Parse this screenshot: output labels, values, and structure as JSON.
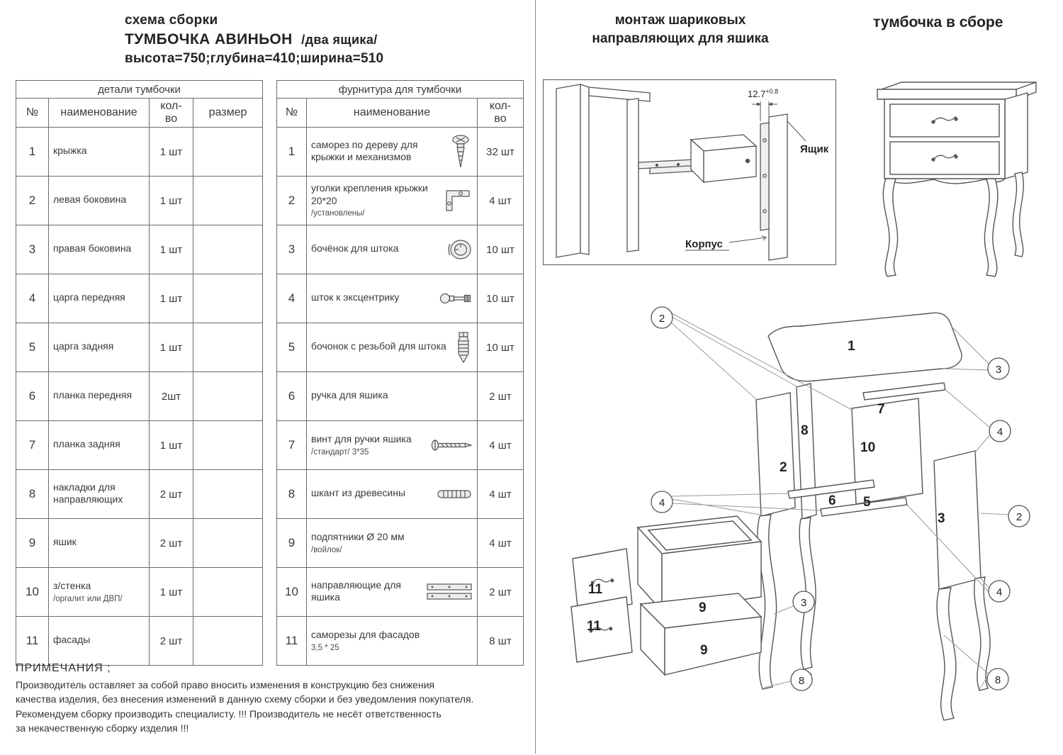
{
  "header": {
    "line1": "схема сборки",
    "product": "ТУМБОЧКА АВИНЬОН",
    "variant": "/два ящика/",
    "dimensions": "высота=750;глубина=410;ширина=510"
  },
  "parts_table": {
    "title": "детали тумбочки",
    "columns": {
      "num": "№",
      "name": "наименование",
      "qty": "кол- во",
      "size": "размер"
    },
    "rows": [
      {
        "num": "1",
        "name": "крыжка",
        "sub": "",
        "qty": "1 шт",
        "size": ""
      },
      {
        "num": "2",
        "name": "левая боковина",
        "sub": "",
        "qty": "1 шт",
        "size": ""
      },
      {
        "num": "3",
        "name": "правая боковина",
        "sub": "",
        "qty": "1 шт",
        "size": ""
      },
      {
        "num": "4",
        "name": "царга передняя",
        "sub": "",
        "qty": "1 шт",
        "size": ""
      },
      {
        "num": "5",
        "name": "царга задняя",
        "sub": "",
        "qty": "1 шт",
        "size": ""
      },
      {
        "num": "6",
        "name": "планка передняя",
        "sub": "",
        "qty": "2шт",
        "size": ""
      },
      {
        "num": "7",
        "name": "планка задняя",
        "sub": "",
        "qty": "1 шт",
        "size": ""
      },
      {
        "num": "8",
        "name": "накладки для направляющих",
        "sub": "",
        "qty": "2 шт",
        "size": ""
      },
      {
        "num": "9",
        "name": "яшик",
        "sub": "",
        "qty": "2 шт",
        "size": ""
      },
      {
        "num": "10",
        "name": "з/стенка",
        "sub": "/оргалит или ДВП/",
        "qty": "1 шт",
        "size": ""
      },
      {
        "num": "11",
        "name": "фасады",
        "sub": "",
        "qty": "2 шт",
        "size": ""
      }
    ]
  },
  "hardware_table": {
    "title": "фурнитура для тумбочки",
    "columns": {
      "num": "№",
      "name": "наименование",
      "qty": "кол- во"
    },
    "rows": [
      {
        "num": "1",
        "name": "саморез по дереву для крыжки и механизмов",
        "sub": "",
        "qty": "32 шт",
        "icon": "wood-screw-icon"
      },
      {
        "num": "2",
        "name": "уголки крепления крыжки 20*20",
        "sub": "/установлены/",
        "qty": "4 шт",
        "icon": "corner-bracket-icon"
      },
      {
        "num": "3",
        "name": "бочёнок для штока",
        "sub": "",
        "qty": "10 шт",
        "icon": "cam-lock-icon"
      },
      {
        "num": "4",
        "name": "шток к эксцентрику",
        "sub": "",
        "qty": "10 шт",
        "icon": "eccentric-bolt-icon"
      },
      {
        "num": "5",
        "name": "бочонок с резьбой для штока",
        "sub": "",
        "qty": "10 шт",
        "icon": "threaded-barrel-icon"
      },
      {
        "num": "6",
        "name": "ручка для яшика",
        "sub": "",
        "qty": "2 шт",
        "icon": ""
      },
      {
        "num": "7",
        "name": "винт для ручки яшика",
        "sub": "/стандарт/ 3*35",
        "qty": "4 шт",
        "icon": "handle-screw-icon"
      },
      {
        "num": "8",
        "name": "шкант из древесины",
        "sub": "",
        "qty": "4 шт",
        "icon": "wood-dowel-icon"
      },
      {
        "num": "9",
        "name": "подпятники  Ø 20 мм",
        "sub": "/войлок/",
        "qty": "4 шт",
        "icon": ""
      },
      {
        "num": "10",
        "name": "направляющие для яшика",
        "sub": "",
        "qty": "2 шт",
        "icon": "drawer-slides-icon"
      },
      {
        "num": "11",
        "name": "саморезы для фасадов",
        "sub": "3,5 * 25",
        "qty": "8 шт",
        "icon": ""
      }
    ]
  },
  "notes": {
    "title": "ПРИМЕЧАНИЯ ;",
    "lines": [
      "Производитель оставляет за собой право вносить изменения в конструкцию без снижения",
      "качества изделия, без внесения изменений в данную схему сборки и без уведомления покупателя.",
      "Рекомендуем сборку производить специалисту. !!! Производитель не несёт ответственность",
      "за некачественную сборку изделия !!!"
    ]
  },
  "right": {
    "slide_title_line1": "монтаж шариковых",
    "slide_title_line2": "направляющих для яшика",
    "assembled_title": "тумбочка в сборе",
    "slide_diagram": {
      "dimension": "12.7",
      "tolerance": "+0.8",
      "drawer_label": "Ящик",
      "body_label": "Корпус"
    },
    "exploded": {
      "part_labels": [
        "1",
        "7",
        "8",
        "10",
        "2",
        "6",
        "5",
        "3",
        "9",
        "11",
        "11",
        "9"
      ],
      "callouts": [
        "2",
        "4",
        "3",
        "8",
        "3",
        "4",
        "2",
        "4",
        "8"
      ]
    }
  }
}
